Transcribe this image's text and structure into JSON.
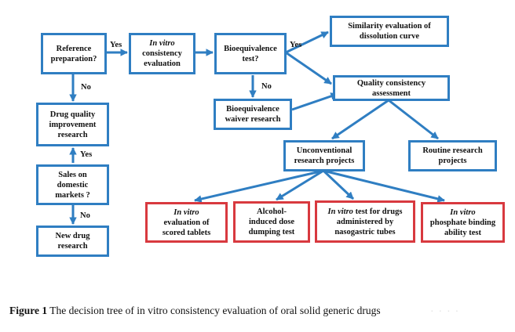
{
  "nodes": {
    "reference": {
      "lines": [
        "Reference",
        "preparation?"
      ]
    },
    "invitro": {
      "italic": "In vitro",
      "lines": [
        "consistency",
        "evaluation"
      ]
    },
    "bioequivalence_test": {
      "lines": [
        "Bioequivalence",
        "test?"
      ]
    },
    "similarity": {
      "lines": [
        "Similarity evaluation of",
        "dissolution curve"
      ]
    },
    "quality": {
      "lines": [
        "Quality consistency",
        "assessment"
      ]
    },
    "waiver": {
      "lines": [
        "Bioequivalence",
        "waiver research"
      ]
    },
    "drug_quality": {
      "lines": [
        "Drug quality",
        "improvement",
        "research"
      ]
    },
    "sales": {
      "lines": [
        "Sales on",
        "domestic",
        "markets ?"
      ]
    },
    "new_drug": {
      "lines": [
        "New drug",
        "research"
      ]
    },
    "unconventional": {
      "lines": [
        "Unconventional",
        "research projects"
      ]
    },
    "routine": {
      "lines": [
        "Routine research",
        "projects"
      ]
    },
    "scored": {
      "italic": "In vitro",
      "lines": [
        "evaluation of",
        "scored tablets"
      ]
    },
    "alcohol": {
      "lines": [
        "Alcohol-",
        "induced dose",
        "dumping test"
      ]
    },
    "nasogastric": {
      "italic": "In vitro",
      "first_rest": " test for drugs",
      "lines": [
        "administered by",
        "nasogastric tubes"
      ]
    },
    "phosphate": {
      "italic": "In vitro",
      "lines": [
        "phosphate binding",
        "ability  test"
      ]
    }
  },
  "edge_labels": {
    "yes_ref": "Yes",
    "no_ref": "No",
    "yes_be": "Yes",
    "no_be": "No",
    "yes_sales": "Yes",
    "no_sales": "No"
  },
  "caption": {
    "label": "Figure 1",
    "text": " The decision tree of in vitro consistency evaluation of oral solid generic drugs"
  },
  "colors": {
    "box_border": "#2f7ec2",
    "test_border": "#d8393f",
    "arrow": "#2f7ec2"
  }
}
